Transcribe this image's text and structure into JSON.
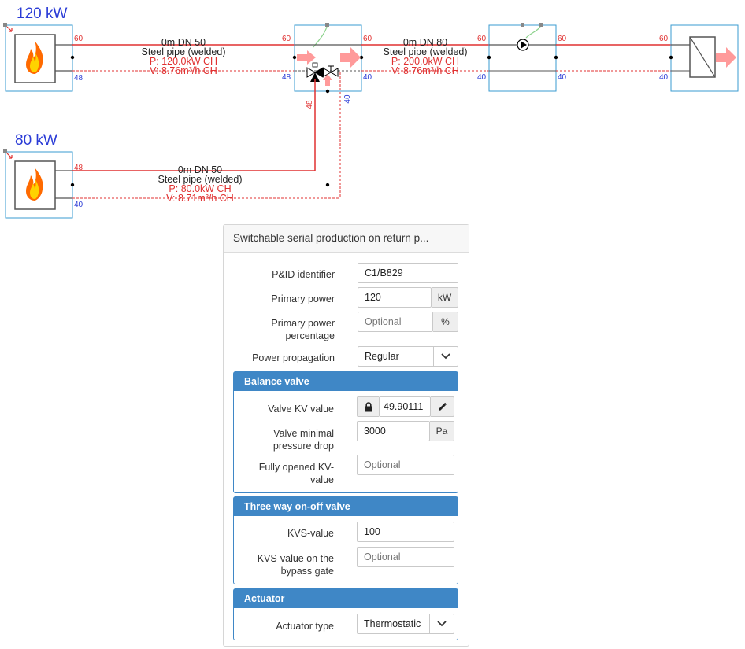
{
  "diagram": {
    "boiler1": {
      "power_label": "120 kW"
    },
    "boiler2": {
      "power_label": "80 kW"
    },
    "pipe1": {
      "len": "0m DN 50",
      "mat": "Steel pipe (welded)",
      "power": "P: 120.0kW CH",
      "flow": "V: 8.76m³/h CH",
      "supply_temp_start": "60",
      "return_temp_start": "48",
      "supply_temp_end": "60",
      "return_temp_end": "48"
    },
    "pipe2": {
      "len": "0m DN 80",
      "mat": "Steel pipe (welded)",
      "power": "P: 200.0kW CH",
      "flow": "V: 8.76m³/h CH",
      "supply_temp_start": "60",
      "return_temp_start": "40",
      "supply_temp_end": "60",
      "return_temp_end": "40"
    },
    "pipe3": {
      "len": "0m DN 50",
      "mat": "Steel pipe (welded)",
      "power": "P: 80.0kW CH",
      "flow": "V: 8.71m³/h CH",
      "supply_temp_start": "48",
      "return_temp_start": "40"
    },
    "pump_node": {
      "supply_temp_out": "60",
      "return_temp_out": "40"
    },
    "hex_node": {
      "supply_temp": "60",
      "return_temp": "40"
    },
    "valve_node": {
      "vertical_supply_temp": "48",
      "vertical_return_temp": "40"
    },
    "colors": {
      "supply": "#e03030",
      "return": "#2a3bd6",
      "frame": "#3a9bd0",
      "arrow": "#ff9a9a"
    }
  },
  "panel": {
    "title": "Switchable serial production on return p...",
    "fields": {
      "pid_label": "P&ID identifier",
      "pid_value": "C1/B829",
      "primary_power_label": "Primary power",
      "primary_power_value": "120",
      "primary_power_unit": "kW",
      "primary_power_pct_label_1": "Primary power",
      "primary_power_pct_label_2": "percentage",
      "primary_power_pct_placeholder": "Optional",
      "primary_power_pct_unit": "%",
      "power_propagation_label": "Power propagation",
      "power_propagation_value": "Regular"
    },
    "balance_valve": {
      "header": "Balance valve",
      "kv_label": "Valve KV value",
      "kv_value": "49.90111",
      "min_drop_label_1": "Valve minimal",
      "min_drop_label_2": "pressure drop",
      "min_drop_value": "3000",
      "min_drop_unit": "Pa",
      "fully_open_label_1": "Fully opened KV-",
      "fully_open_label_2": "value",
      "fully_open_placeholder": "Optional"
    },
    "three_way": {
      "header": "Three way on-off valve",
      "kvs_label": "KVS-value",
      "kvs_value": "100",
      "kvs_bypass_label_1": "KVS-value on the",
      "kvs_bypass_label_2": "bypass gate",
      "kvs_bypass_placeholder": "Optional"
    },
    "actuator": {
      "header": "Actuator",
      "type_label": "Actuator type",
      "type_value": "Thermostatic"
    }
  }
}
